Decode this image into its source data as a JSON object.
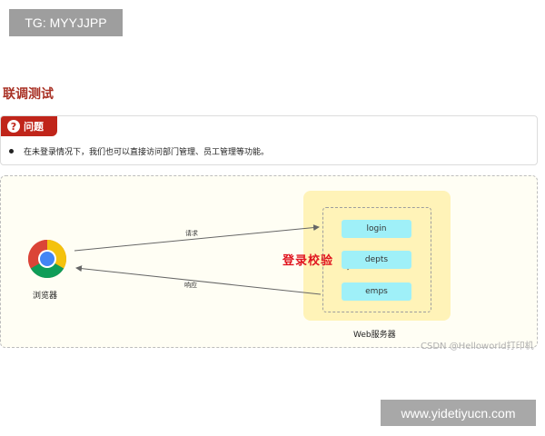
{
  "watermark_top": "TG: MYYJJPP",
  "section_title": "联调测试",
  "problem": {
    "tag": "问题",
    "bullet": "在未登录情况下，我们也可以直接访问部门管理、员工管理等功能。"
  },
  "diagram": {
    "browser_label": "浏览器",
    "request_label": "请求",
    "response_label": "响应",
    "login_check": "登录校验",
    "services": [
      "login",
      "depts",
      "emps"
    ],
    "server_label": "Web服务器"
  },
  "csdn_watermark": "CSDN @Helloworld打印机",
  "url_watermark": "www.yidetiyucn.com"
}
